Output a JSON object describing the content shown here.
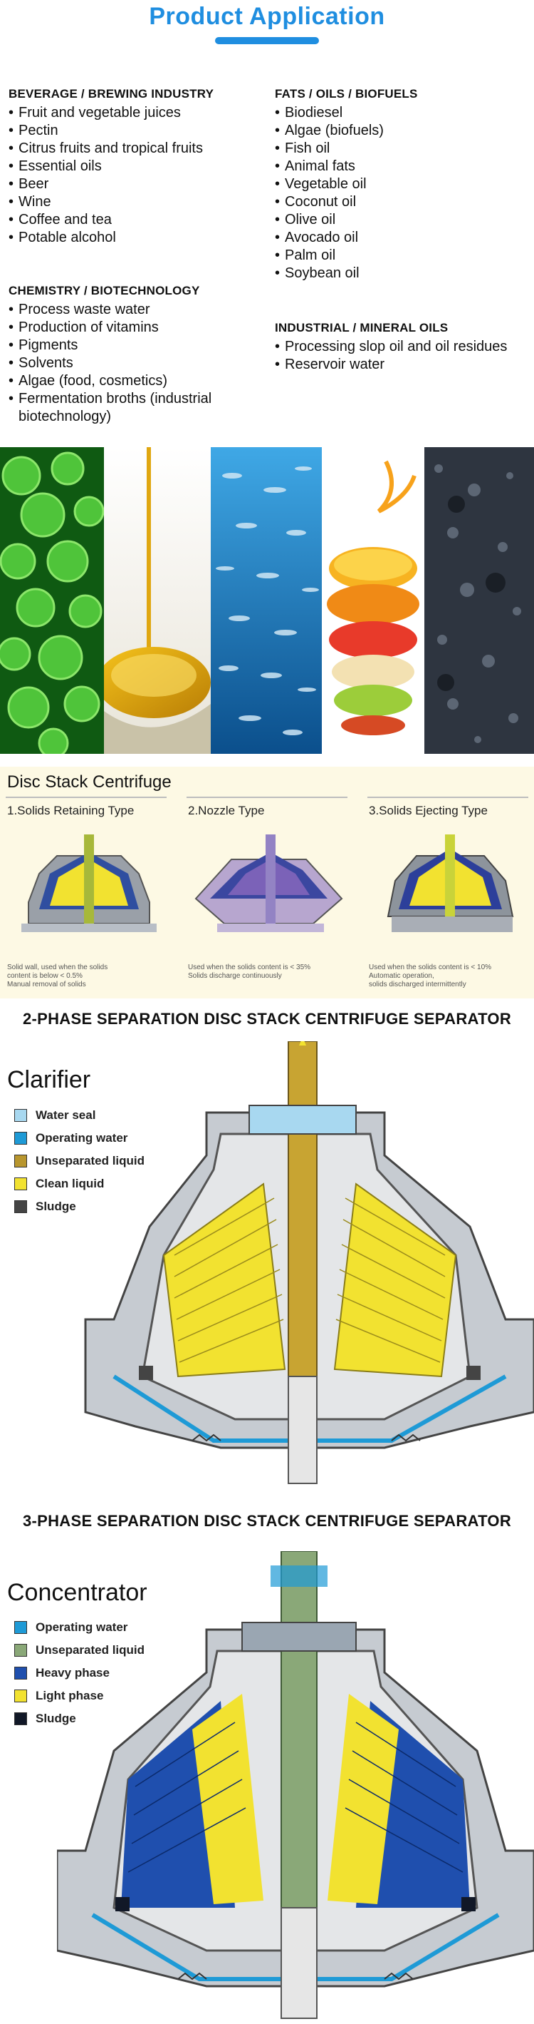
{
  "header": {
    "title": "Product Application"
  },
  "categories": {
    "beverage": {
      "title": "BEVERAGE / BREWING INDUSTRY",
      "items": [
        "Fruit and vegetable juices",
        "Pectin",
        "Citrus fruits and tropical fruits",
        "Essential oils",
        "Beer",
        "Wine",
        "Coffee and tea",
        "Potable alcohol"
      ]
    },
    "fats": {
      "title": "FATS / OILS / BIOFUELS",
      "items": [
        "Biodiesel",
        "Algae (biofuels)",
        "Fish oil",
        "Animal fats",
        "Vegetable oil",
        "Coconut oil",
        "Olive oil",
        "Avocado oil",
        "Palm oil",
        "Soybean oil"
      ]
    },
    "chemistry": {
      "title": "CHEMISTRY / BIOTECHNOLOGY",
      "items": [
        "Process waste water",
        "Production of vitamins",
        "Pigments",
        "Solvents",
        "Algae (food, cosmetics)",
        "Fermentation broths (industrial biotechnology)"
      ]
    },
    "industrial": {
      "title": "INDUSTRIAL / MINERAL OILS",
      "items": [
        "Processing slop oil and oil residues",
        "Reservoir water"
      ]
    }
  },
  "disc_stack": {
    "title": "Disc Stack Centrifuge",
    "types": [
      {
        "title": "1.Solids Retaining Type",
        "notes": [
          "Solid wall, used when the solids",
          "content is below < 0.5%",
          "Manual removal of solids"
        ]
      },
      {
        "title": "2.Nozzle Type",
        "notes": [
          "Used when the solids content is < 35%",
          "Solids discharge continuously"
        ]
      },
      {
        "title": "3.Solids Ejecting Type",
        "notes": [
          "Used when the solids content is < 10%",
          "Automatic operation,",
          "solids discharged intermittently"
        ]
      }
    ]
  },
  "two_phase": {
    "heading": "2-PHASE SEPARATION DISC STACK CENTRIFUGE SEPARATOR",
    "diagram_title": "Clarifier",
    "legend": [
      {
        "label": "Water seal",
        "color": "#a8d8f0"
      },
      {
        "label": "Operating water",
        "color": "#1e9ad6"
      },
      {
        "label": "Unseparated liquid",
        "color": "#b8962e"
      },
      {
        "label": "Clean liquid",
        "color": "#f2e230"
      },
      {
        "label": "Sludge",
        "color": "#444444"
      }
    ]
  },
  "three_phase": {
    "heading": "3-PHASE SEPARATION DISC STACK CENTRIFUGE SEPARATOR",
    "diagram_title": "Concentrator",
    "legend": [
      {
        "label": "Operating water",
        "color": "#1e9ad6"
      },
      {
        "label": "Unseparated liquid",
        "color": "#8aa878"
      },
      {
        "label": "Heavy phase",
        "color": "#1f4fae"
      },
      {
        "label": "Light phase",
        "color": "#f2e230"
      },
      {
        "label": "Sludge",
        "color": "#111827"
      }
    ]
  }
}
